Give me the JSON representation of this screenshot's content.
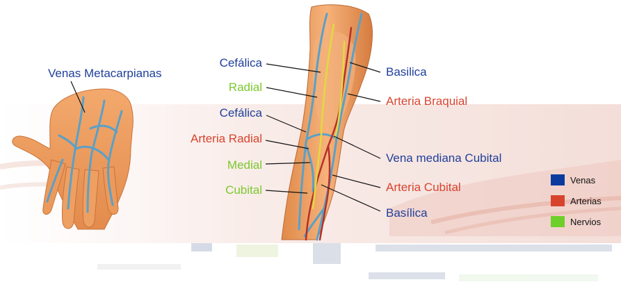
{
  "labels": {
    "venas_metacarpianas": "Venas Metacarpianas",
    "cefalica_upper": "Cefálica",
    "radial": "Radial",
    "cefalica_lower": "Cefálica",
    "arteria_radial": "Arteria Radial",
    "medial": "Medial",
    "cubital": "Cubital",
    "basilica_upper": "Basilica",
    "arteria_braquial": "Arteria Braquial",
    "vena_mediana_cubital": "Vena mediana Cubital",
    "arteria_cubital": "Arteria Cubital",
    "basilica_lower": "Basílica"
  },
  "legend": [
    {
      "label": "Venas",
      "color": "#0a3a9e"
    },
    {
      "label": "Arterias",
      "color": "#d8432e"
    },
    {
      "label": "Nervios",
      "color": "#6fcf2a"
    }
  ],
  "colors": {
    "vein": "#5aa0c8",
    "artery": "#c0392b",
    "nerve": "#d9d23a",
    "skin": "#f0a56b",
    "skin_dark": "#d9854a"
  }
}
